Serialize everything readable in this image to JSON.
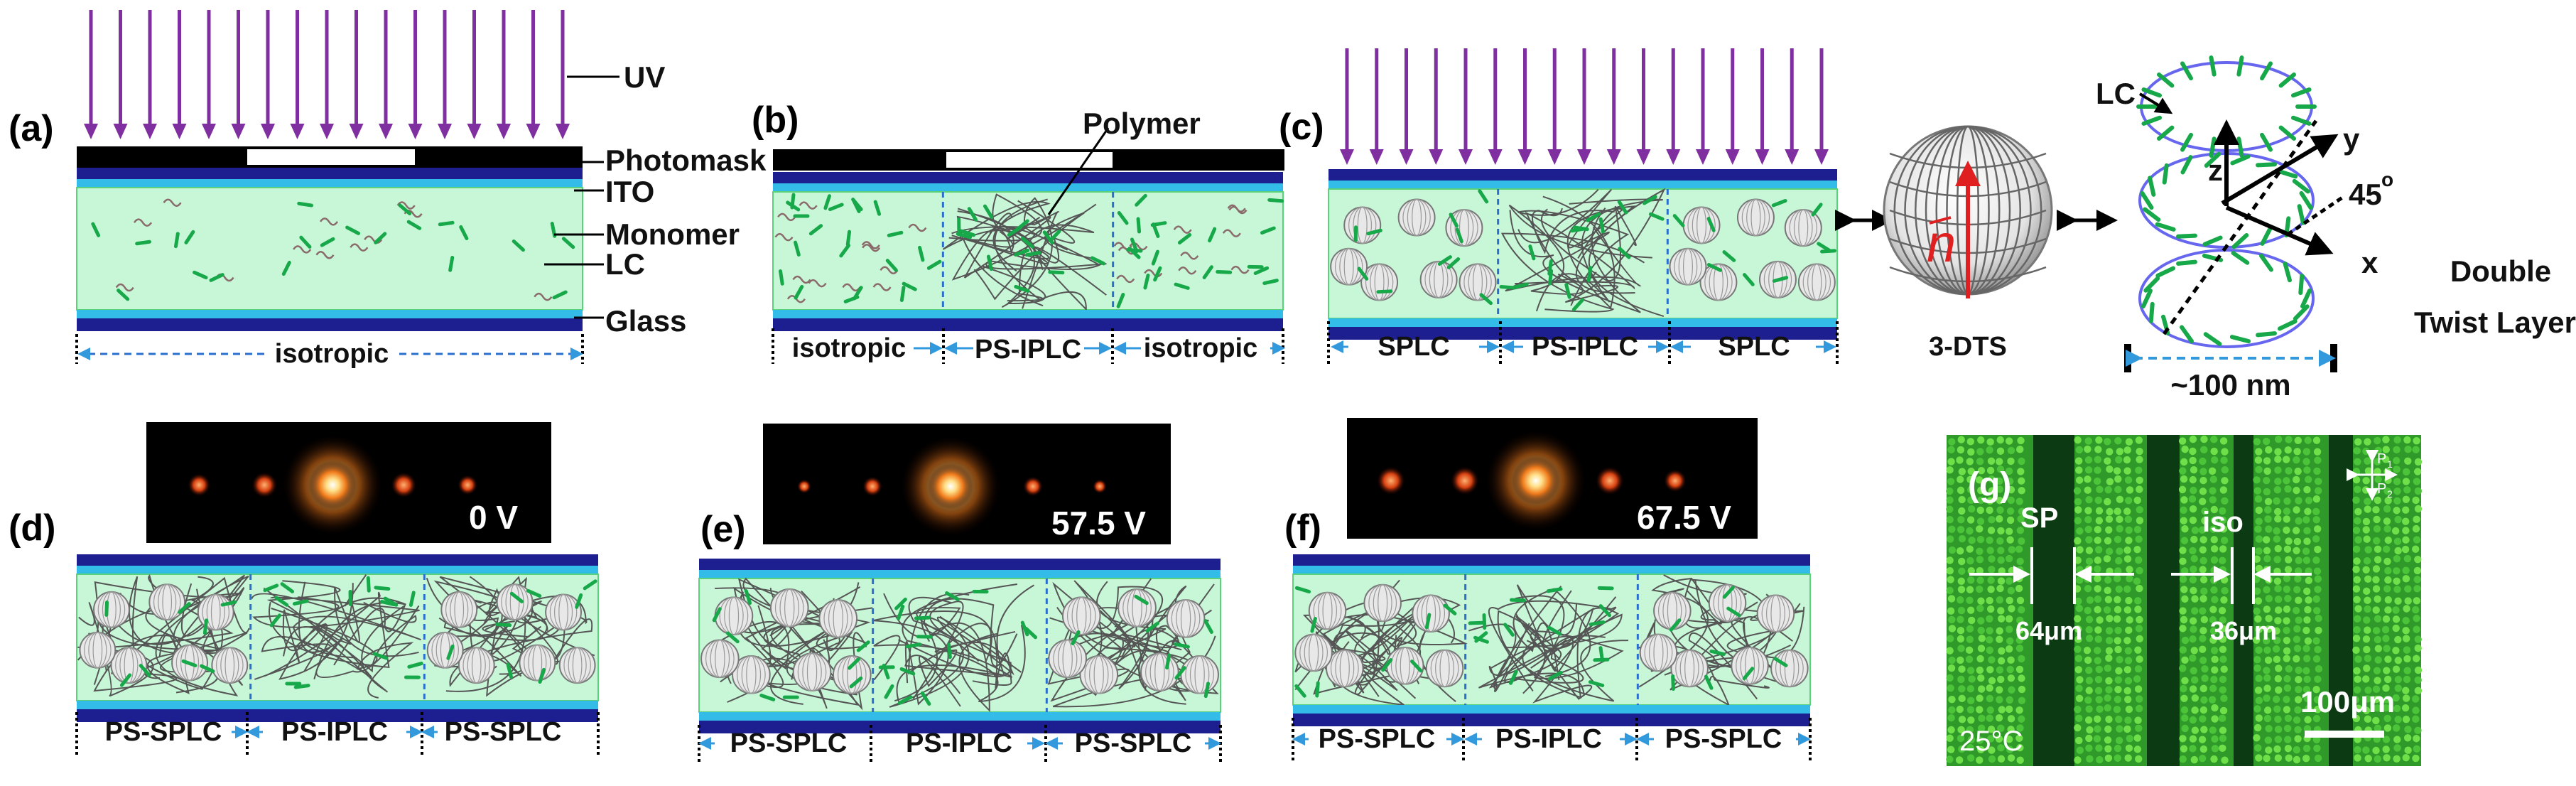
{
  "panels": {
    "a": "(a)",
    "b": "(b)",
    "c": "(c)",
    "d": "(d)",
    "e": "(e)",
    "f": "(f)",
    "g": "(g)"
  },
  "layers": {
    "uv": "UV",
    "photomask": "Photomask",
    "ito": "ITO",
    "monomer": "Monomer",
    "lc": "LC",
    "glass": "Glass",
    "polymer": "Polymer"
  },
  "regions": {
    "isotropic": "isotropic",
    "ps_iplc": "PS-IPLC",
    "splc": "SPLC",
    "ps_splc": "PS-SPLC"
  },
  "dts": {
    "label": "3-DTS",
    "director": "n",
    "lc_label": "LC",
    "axis_x": "x",
    "axis_y": "y",
    "axis_z": "z",
    "angle": "45",
    "angle_unit": "o",
    "title_line1": "Double",
    "title_line2": "Twist Layer",
    "size": "~100 nm"
  },
  "diffraction": {
    "d_voltage": "0 V",
    "e_voltage": "57.5 V",
    "f_voltage": "67.5 V"
  },
  "micrograph": {
    "sp": "SP",
    "iso": "iso",
    "sp_width": "64μm",
    "iso_width": "36μm",
    "scale": "100μm",
    "temperature": "25°C",
    "p1": "P",
    "p1_sub": "1",
    "p2": "P",
    "p2_sub": "2"
  },
  "colors": {
    "uv_arrow": "#7f2f9f",
    "ito": "#1d1e8f",
    "glass_cyan": "#33bce8",
    "lc_fill": "#c8f7d8",
    "lc_rod": "#17a84a",
    "polymer": "#555555",
    "dashed": "#2a6fd0",
    "arrow_blue": "#3399dd"
  }
}
